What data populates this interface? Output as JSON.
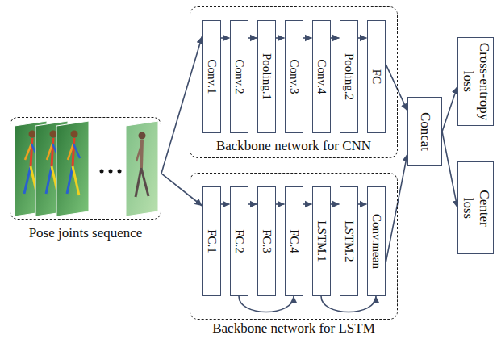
{
  "diagram": {
    "nodes": [
      {
        "text": [
          "Pose joints sequence"
        ]
      },
      {
        "text": [
          "Backbone network for CNN"
        ]
      },
      {
        "text": [
          "Conv.1"
        ],
        "in": 1
      },
      {
        "text": [
          "Conv.2"
        ],
        "in": 1
      },
      {
        "text": [
          "Pooling.1"
        ],
        "in": 1
      },
      {
        "text": [
          "Conv.3"
        ],
        "in": 1
      },
      {
        "text": [
          "Conv.4"
        ],
        "in": 1
      },
      {
        "text": [
          "Pooling.2"
        ],
        "in": 1
      },
      {
        "text": [
          "FC"
        ],
        "in": 1
      },
      {
        "text": [
          "Backbone network for LSTM"
        ]
      },
      {
        "text": [
          "FC.1"
        ],
        "in": 9
      },
      {
        "text": [
          "FC.2"
        ],
        "in": 9
      },
      {
        "text": [
          "FC.3"
        ],
        "in": 9
      },
      {
        "text": [
          "FC.4"
        ],
        "in": 9
      },
      {
        "text": [
          "LSTM.1"
        ],
        "in": 9
      },
      {
        "text": [
          "LSTM.2"
        ],
        "in": 9
      },
      {
        "text": [
          "Conv.mean"
        ],
        "in": 9
      },
      {
        "text": [
          "Concat"
        ]
      },
      {
        "text": [
          "Cross-entropy loss"
        ]
      },
      {
        "text": [
          "Center loss"
        ]
      }
    ],
    "edges": [
      {
        "from": 0,
        "to": 2,
        "arrow": "to"
      },
      {
        "from": 0,
        "to": 10,
        "arrow": "to"
      },
      {
        "from": 2,
        "to": 3,
        "arrow": "to"
      },
      {
        "from": 3,
        "to": 4,
        "arrow": "to"
      },
      {
        "from": 4,
        "to": 5,
        "arrow": "to"
      },
      {
        "from": 5,
        "to": 6,
        "arrow": "to"
      },
      {
        "from": 6,
        "to": 7,
        "arrow": "to"
      },
      {
        "from": 7,
        "to": 8,
        "arrow": "to"
      },
      {
        "from": 10,
        "to": 11,
        "arrow": "to"
      },
      {
        "from": 11,
        "to": 12,
        "arrow": "to"
      },
      {
        "from": 12,
        "to": 13,
        "arrow": "to"
      },
      {
        "from": 13,
        "to": 14,
        "arrow": "to"
      },
      {
        "from": 14,
        "to": 15,
        "arrow": "to"
      },
      {
        "from": 15,
        "to": 16,
        "arrow": "to"
      },
      {
        "from": 11,
        "to": 13,
        "arrow": "to"
      },
      {
        "from": 14,
        "to": 16,
        "arrow": "to"
      },
      {
        "from": 8,
        "to": 17,
        "arrow": "to"
      },
      {
        "from": 16,
        "to": 17,
        "arrow": "to"
      },
      {
        "from": 17,
        "to": 18,
        "arrow": "to"
      },
      {
        "from": 17,
        "to": 19,
        "arrow": "to"
      }
    ]
  }
}
